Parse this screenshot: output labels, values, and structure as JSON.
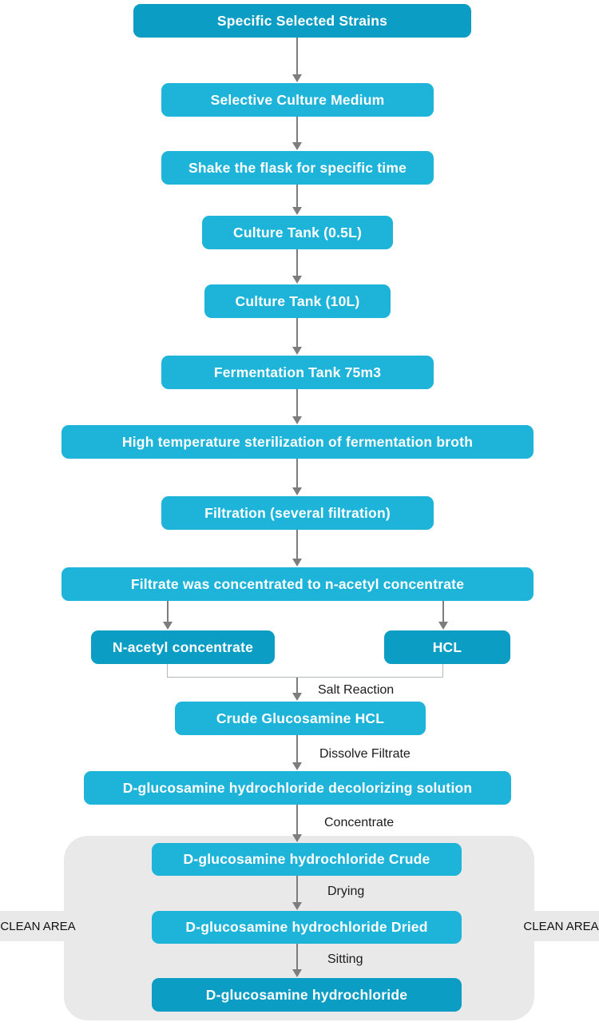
{
  "colors": {
    "box_dark": "#0c9dc4",
    "box_light": "#1eb4da",
    "box_text": "#ffffff",
    "panel_gray": "#e9e9e9",
    "arrow_gray": "#7d7d7d",
    "connector_gray": "#b4b9bc",
    "label_text": "#1b1b1b",
    "background": "#ffffff"
  },
  "nodes": [
    {
      "label": "Specific Selected Strains",
      "variant": "dark"
    },
    {
      "label": "Selective Culture Medium",
      "variant": "light"
    },
    {
      "label": "Shake the flask for specific time",
      "variant": "light"
    },
    {
      "label": "Culture Tank (0.5L)",
      "variant": "light"
    },
    {
      "label": "Culture Tank (10L)",
      "variant": "light"
    },
    {
      "label": "Fermentation Tank 75m3",
      "variant": "light"
    },
    {
      "label": "High temperature sterilization of fermentation broth",
      "variant": "light"
    },
    {
      "label": "Filtration (several filtration)",
      "variant": "light"
    },
    {
      "label": "Filtrate was concentrated to n-acetyl concentrate",
      "variant": "light"
    },
    {
      "label": "N-acetyl concentrate",
      "variant": "dark"
    },
    {
      "label": "HCL",
      "variant": "dark"
    },
    {
      "label": "Crude Glucosamine HCL",
      "variant": "light"
    },
    {
      "label": "D-glucosamine hydrochloride decolorizing solution",
      "variant": "light"
    },
    {
      "label": "D-glucosamine hydrochloride Crude",
      "variant": "light"
    },
    {
      "label": "D-glucosamine hydrochloride Dried",
      "variant": "light"
    },
    {
      "label": "D-glucosamine hydrochloride",
      "variant": "dark"
    }
  ],
  "edge_labels": {
    "salt_reaction": "Salt Reaction",
    "dissolve_filtrate": "Dissolve Filtrate",
    "concentrate": "Concentrate",
    "drying": "Drying",
    "sitting": "Sitting"
  },
  "clean_area": {
    "left_label": "CLEAN AREA",
    "right_label": "CLEAN AREA"
  }
}
